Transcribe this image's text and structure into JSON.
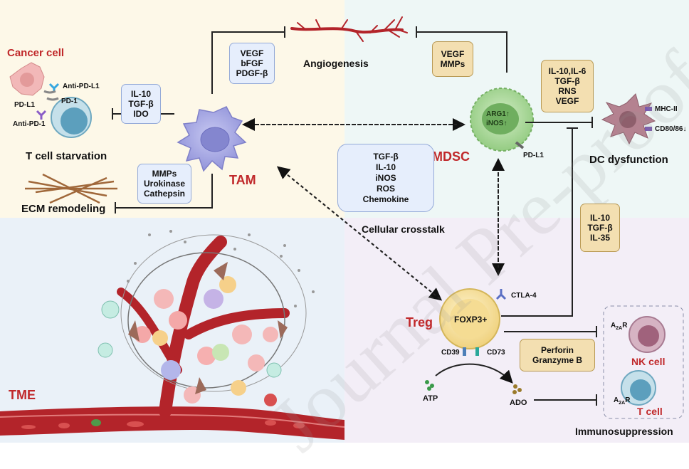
{
  "labels": {
    "cancer_cell": "Cancer cell",
    "anti_pd_l1": "Anti-PD-L1",
    "pd_l1_left": "PD-L1",
    "pd_1": "PD-1",
    "anti_pd_1": "Anti-PD-1",
    "t_cell_starvation": "T cell starvation",
    "ecm_remodeling": "ECM remodeling",
    "tam": "TAM",
    "angiogenesis": "Angiogenesis",
    "mdsc": "MDSC",
    "arg1": "ARG1↑",
    "inos": "iNOS↑",
    "pd_l1_mdsc": "PD-L1",
    "dc_dysfunction": "DC dysfunction",
    "mhc_ii": "MHC-II",
    "cd80_86": "CD80/86↓",
    "cellular_crosstalk": "Cellular crosstalk",
    "treg": "Treg",
    "foxp3": "FOXP3+",
    "ctla_4": "CTLA-4",
    "cd39": "CD39",
    "cd73": "CD73",
    "atp": "ATP",
    "ado": "ADO",
    "a2ar_nk_prefix": "A",
    "a2ar_nk_sub": "2A",
    "a2ar_nk_suffix": "R",
    "a2ar_t_prefix": "A",
    "a2ar_t_sub": "2A",
    "a2ar_t_suffix": "R",
    "nk_cell": "NK cell",
    "t_cell": "T cell",
    "immunosuppression": "Immunosuppression",
    "tme": "TME",
    "watermark": "Journal Pre-proof"
  },
  "boxes": {
    "tam_t_cell": [
      "IL-10",
      "TGF-β",
      "IDO"
    ],
    "tam_angio": [
      "VEGF",
      "bFGF",
      "PDGF-β"
    ],
    "tam_ecm": [
      "MMPs",
      "Urokinase",
      "Cathepsin"
    ],
    "mdsc_angio": [
      "VEGF",
      "MMPs"
    ],
    "mdsc_dc": [
      "IL-10,IL-6",
      "TGF-β",
      "RNS",
      "VEGF"
    ],
    "crosstalk": [
      "TGF-β",
      "IL-10",
      "iNOS",
      "ROS",
      "Chemokine"
    ],
    "treg_dc": [
      "IL-10",
      "TGF-β",
      "IL-35"
    ],
    "treg_nk": [
      "Perforin",
      "Granzyme B"
    ]
  },
  "colors": {
    "panel_top_left": "#fdf8e8",
    "panel_top_right": "#eef7f6",
    "panel_bottom_left": "#eaf1f8",
    "panel_bottom_right": "#f3eef7",
    "tan_box": "#f3dfb1",
    "blue_box": "#e6eefc",
    "accent_red": "#c0282a",
    "tam_purple": "#a9abe4",
    "mdsc_green": "#a8d69c",
    "treg_yellow": "#f6e2a2",
    "vessel_red": "#b3242a"
  },
  "icons": [
    "cancer-cell-icon",
    "t-cell-icon",
    "tam-icon",
    "blood-vessel-icon",
    "mdsc-icon",
    "dendritic-cell-icon",
    "treg-icon",
    "nk-cell-icon",
    "ecm-fibers-icon",
    "tumor-microenvironment-illustration"
  ]
}
